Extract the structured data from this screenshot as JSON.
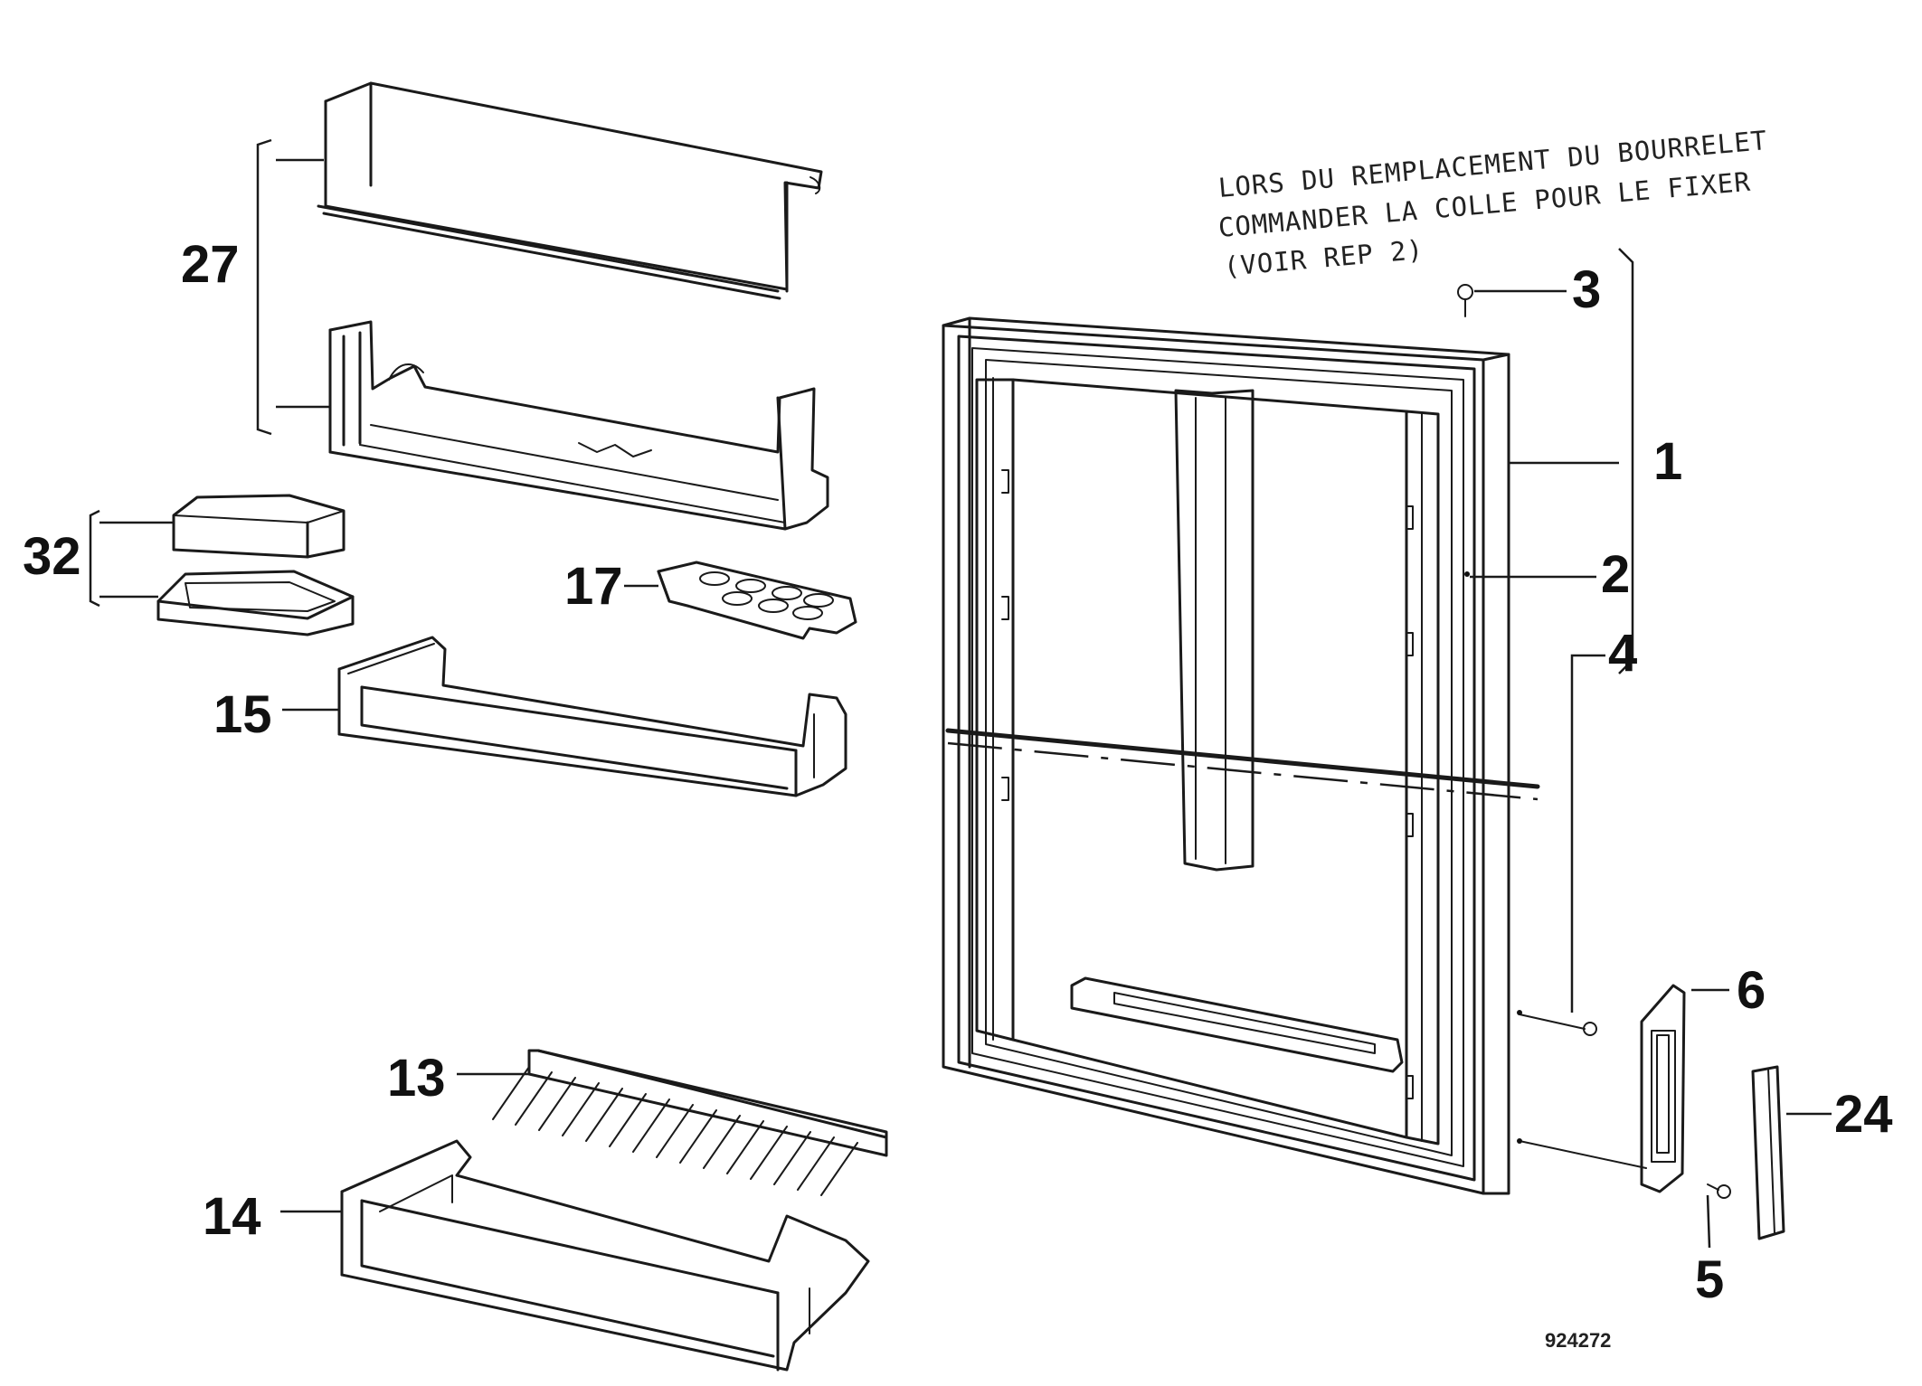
{
  "diagram": {
    "note_lines": [
      "LORS DU REMPLACEMENT DU BOURRELET",
      "COMMANDER LA COLLE POUR LE FIXER",
      "(VOIR REP 2)"
    ],
    "reference_code": "924272",
    "callouts": {
      "c1": "1",
      "c2": "2",
      "c3": "3",
      "c4": "4",
      "c5": "5",
      "c6": "6",
      "c13": "13",
      "c14": "14",
      "c15": "15",
      "c17": "17",
      "c24": "24",
      "c27": "27",
      "c32": "32"
    }
  }
}
